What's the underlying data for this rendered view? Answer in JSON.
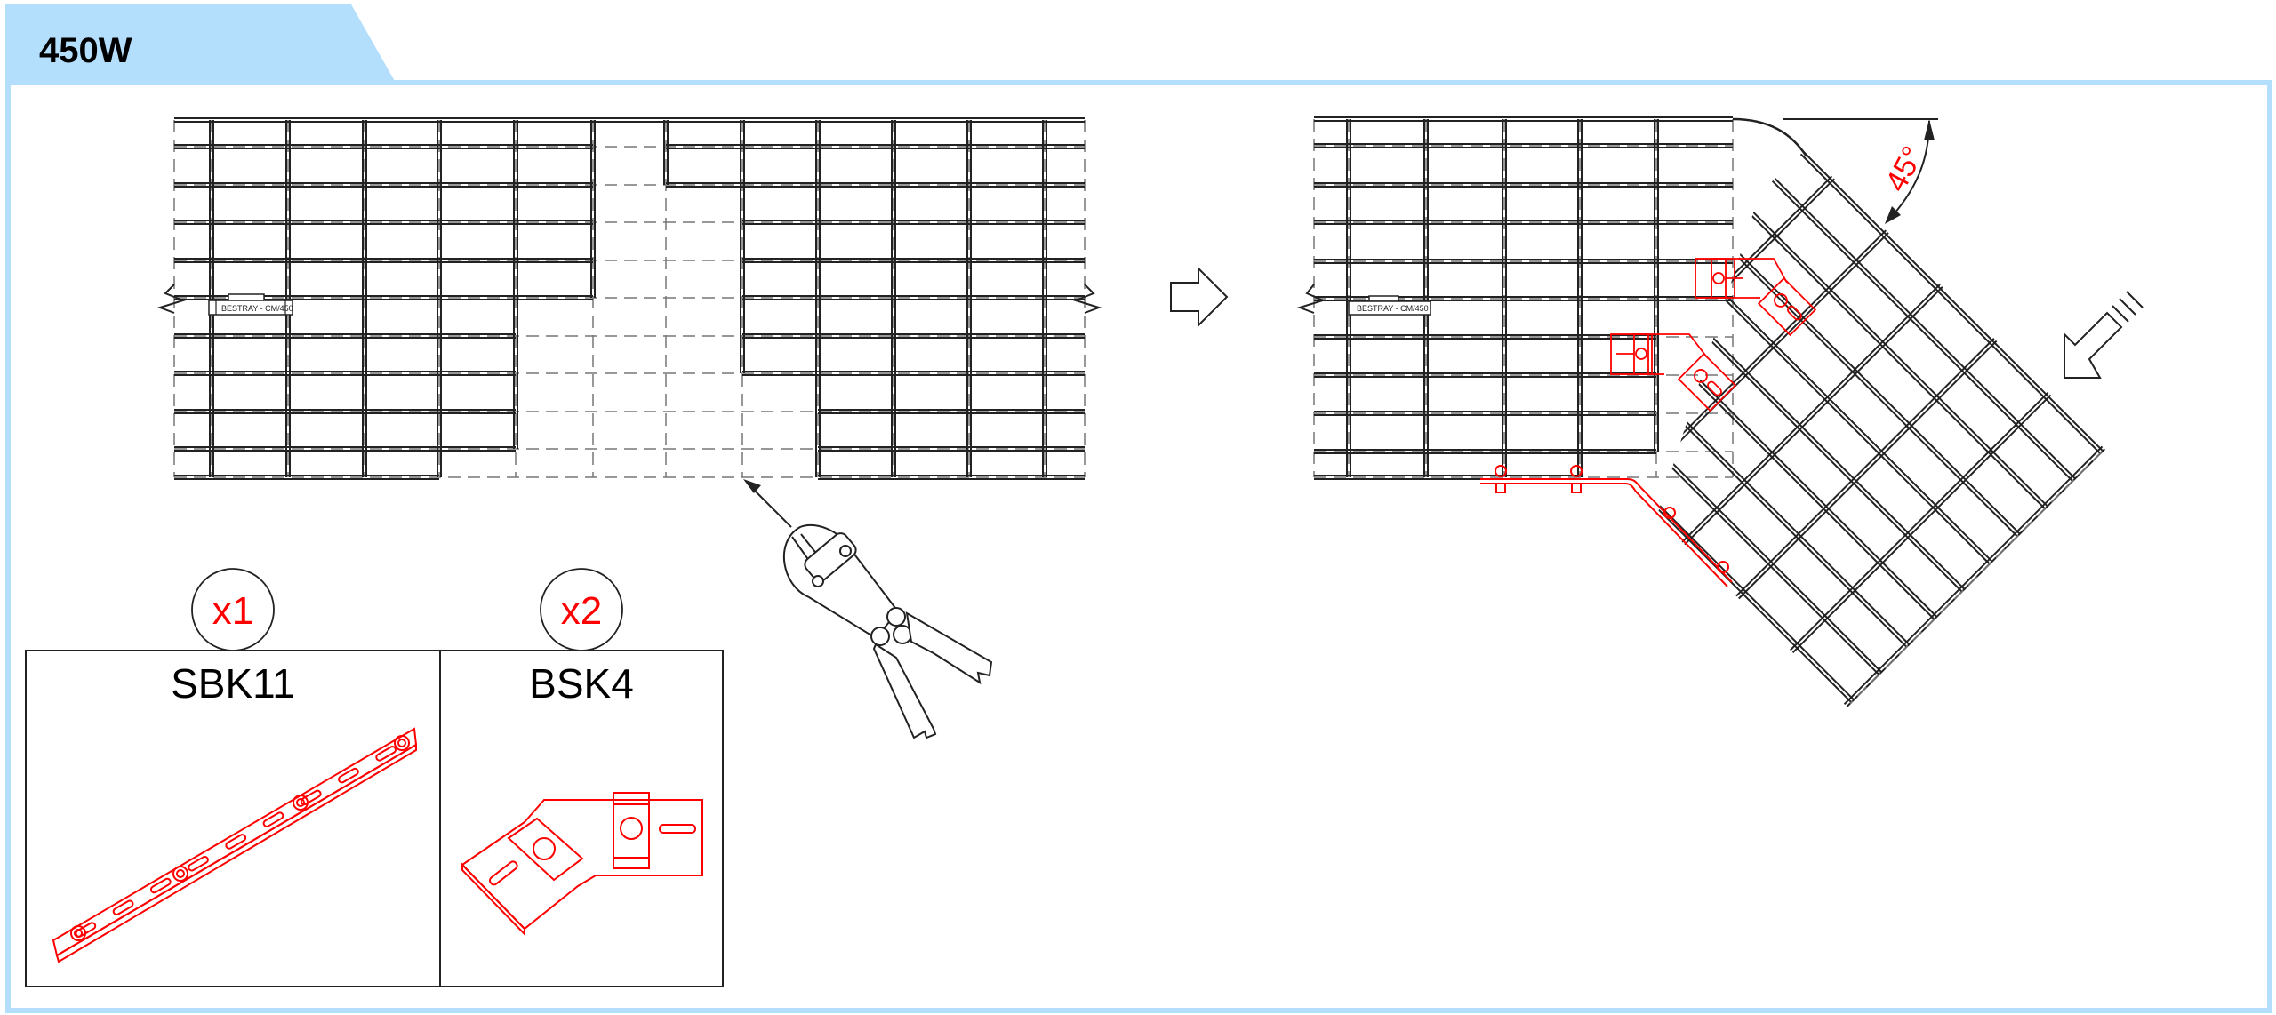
{
  "header": {
    "title": "450W",
    "accent_color": "#b3dffc"
  },
  "left_drawing": {
    "tray_label": "BESTRAY - CM/450"
  },
  "right_drawing": {
    "tray_label": "BESTRAY - CM/450",
    "angle_label": "45°"
  },
  "parts": [
    {
      "quantity": "x1",
      "name": "SBK11"
    },
    {
      "quantity": "x2",
      "name": "BSK4"
    }
  ],
  "colors": {
    "line": "#222222",
    "red": "#ff0000",
    "dash": "#777777"
  }
}
